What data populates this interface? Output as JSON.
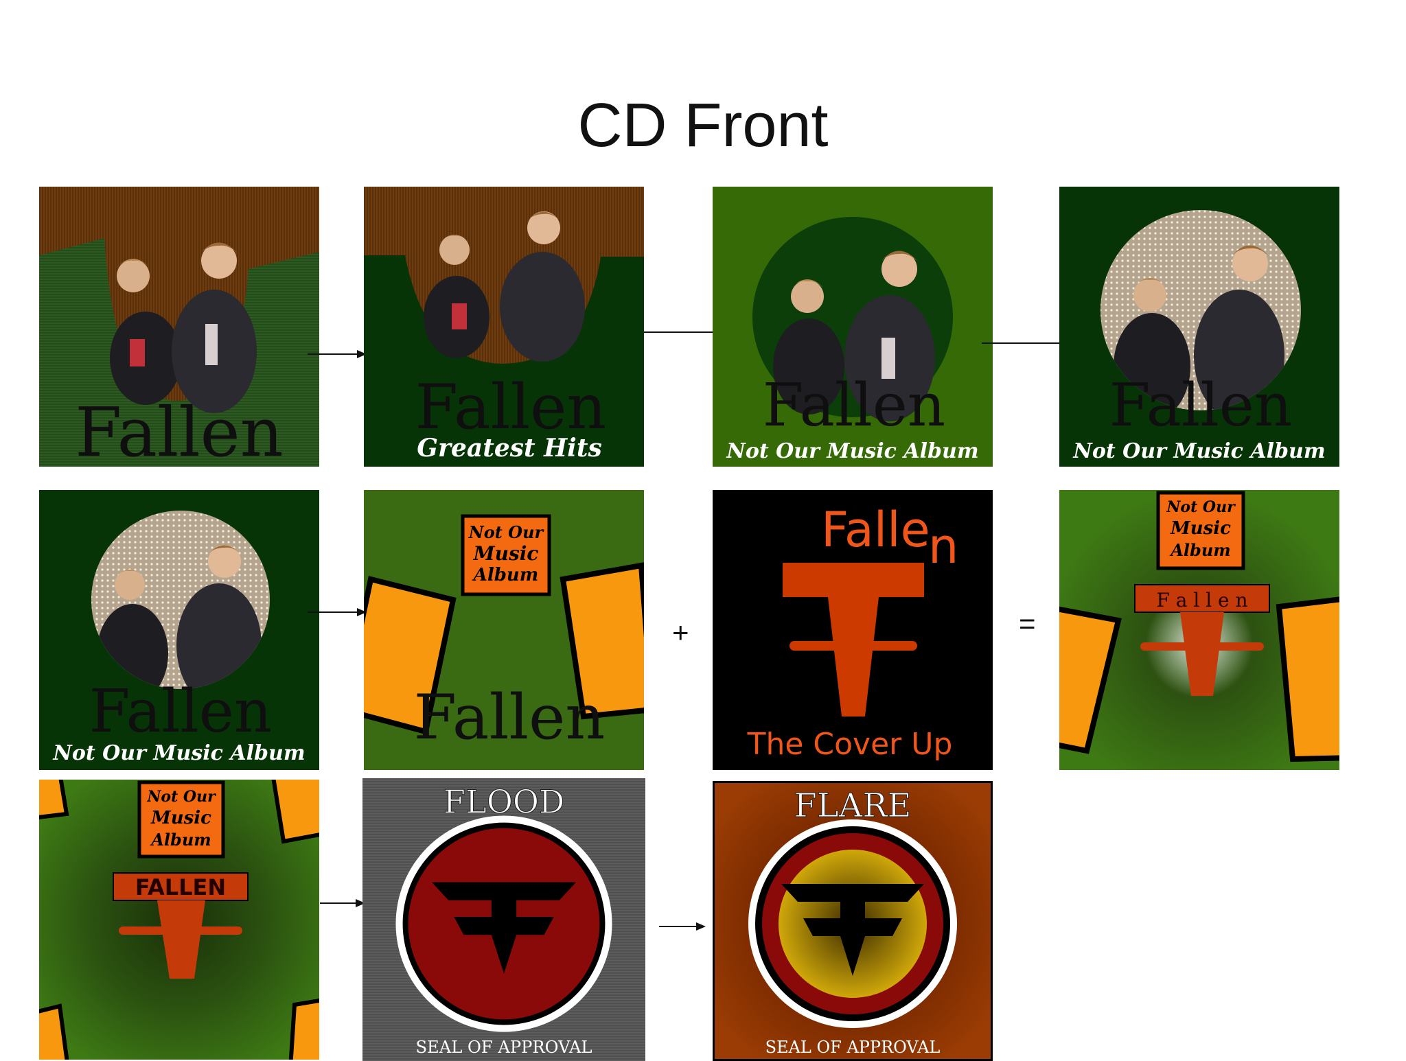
{
  "slide": {
    "title": "CD Front"
  },
  "tiles": {
    "t1": {
      "band": "Fallen"
    },
    "t2": {
      "band": "Fallen",
      "subtitle": "Greatest Hits"
    },
    "t3": {
      "band": "Fallen",
      "subtitle": "Not Our Music Album"
    },
    "t4": {
      "band": "Fallen",
      "subtitle": "Not Our Music Album"
    },
    "t5": {
      "band": "Fallen",
      "subtitle": "Not Our Music Album"
    },
    "t6": {
      "band": "Fallen",
      "badge_line1": "Not Our",
      "badge_line2": "Music",
      "badge_line3": "Album"
    },
    "t7": {
      "band_main": "Falle",
      "band_n": "n",
      "subtitle": "The Cover Up"
    },
    "t8": {
      "band": "F a l l e n",
      "badge_line1": "Not Our",
      "badge_line2": "Music",
      "badge_line3": "Album"
    },
    "t9": {
      "band": "FALLEN",
      "badge_line1": "Not Our",
      "badge_line2": "Music",
      "badge_line3": "Album"
    },
    "t10": {
      "title": "Flood",
      "caption": "Seal of Approval"
    },
    "t11": {
      "title": "Flare",
      "caption": "Seal of Approval"
    }
  },
  "operators": {
    "plus": "+",
    "equals": "="
  },
  "colors": {
    "brown": "#6b3a10",
    "dark_green": "#093a07",
    "mid_green": "#3a6a12",
    "light_green": "#4a8a1c",
    "orange": "#f7980f",
    "rust": "#cc3a00",
    "badge_orange": "#f46a11",
    "black": "#000000",
    "grey": "#5a5a5a",
    "red_seal": "#8a0a0a",
    "yellow_seal": "#c9a40a"
  },
  "icons": [
    "arrow-right-icon",
    "people-photo",
    "fallen-logo-icon",
    "ff-seal-icon"
  ]
}
